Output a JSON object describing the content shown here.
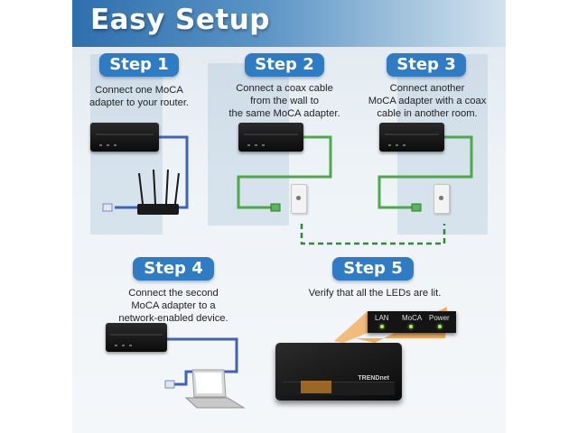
{
  "title": "Easy Setup",
  "steps": [
    {
      "label": "Step 1",
      "lines": [
        "Connect one MoCA",
        "adapter to your router."
      ]
    },
    {
      "label": "Step 2",
      "lines": [
        "Connect a coax cable",
        "from the wall to",
        "the same MoCA adapter."
      ]
    },
    {
      "label": "Step 3",
      "lines": [
        "Connect another",
        "MoCA adapter with a coax",
        "cable in another room."
      ]
    },
    {
      "label": "Step 4",
      "lines": [
        "Connect the second",
        "MoCA adapter to a",
        "network-enabled device."
      ]
    },
    {
      "label": "Step 5",
      "lines": [
        "Verify that all the LEDs are lit."
      ]
    }
  ],
  "leds": {
    "lan": "LAN",
    "moca": "MoCA",
    "power": "Power"
  },
  "device_branding": {
    "brand": "TRENDnet"
  },
  "colors": {
    "step_badge": "#2f7cc4",
    "ethernet_cable": "#3f63b5",
    "coax_cable": "#4fa84a",
    "coax_link_dashed": "#2f8a3a",
    "led_lit": "#aef05a",
    "highlight": "#f0962a"
  },
  "icons": [
    "moca-adapter-icon",
    "router-icon",
    "wall-plate-icon",
    "laptop-icon",
    "ethernet-plug-icon",
    "coax-plug-icon"
  ]
}
